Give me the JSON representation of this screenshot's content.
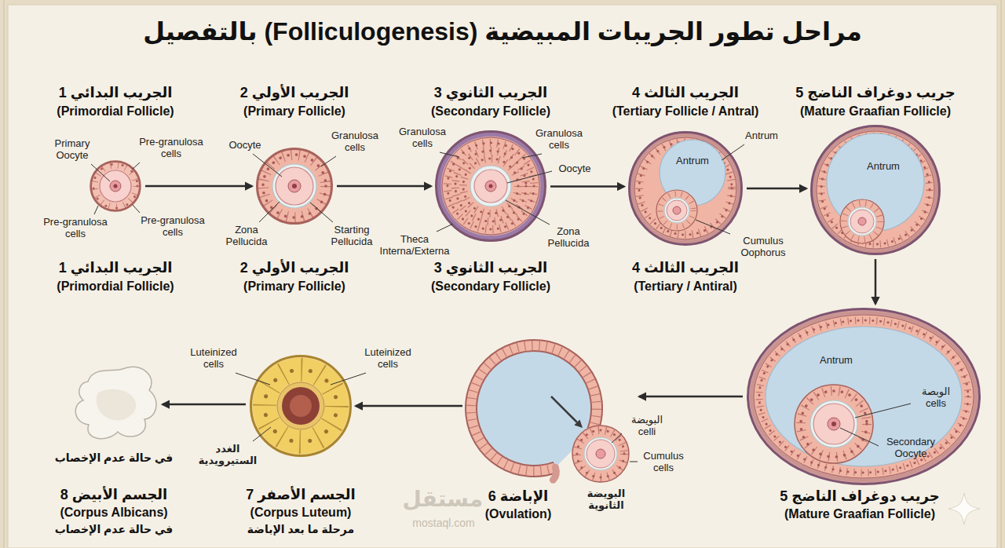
{
  "diagram": {
    "title": "مراحل تطور الجريبات المبيضية (Folliculogenesis) بالتفصيل",
    "nodes": [
      {
        "text": [
          "الجريب البدائي 1",
          "(Primordial Follicle)",
          "الجريب البدائي 1",
          "(Primordial Follicle)"
        ]
      },
      {
        "text": [
          "الجريب الأولي 2",
          "(Primary Follicle)",
          "الجريب الأولي 2",
          "(Primary Follicle)"
        ]
      },
      {
        "text": [
          "الجريب الثانوي 3",
          "(Secondary Follicle)",
          "الجريب الثانوي 3",
          "(Secondary Follicle)"
        ]
      },
      {
        "text": [
          "الجريب الثالث 4",
          "(Tertiary Follicle / Antral)",
          "الجريب الثالث 4",
          "(Tertiary / Antiral)"
        ]
      },
      {
        "text": [
          "جريب دوغراف الناضج 5",
          "(Mature Graafian Follicle)"
        ]
      },
      {
        "text": [
          "جريب دوغراف الناضج 5",
          "(Mature Graafian Follicle)"
        ]
      },
      {
        "text": [
          "الإباضة 6",
          "(Ovulation)"
        ]
      },
      {
        "text": [
          "الجسم الأصفر 7",
          "(Corpus Luteum)",
          "مرحلة ما بعد الإباضة"
        ]
      },
      {
        "text": [
          "في حالة عدم الإخصاب",
          "الجسم الأبيض 8",
          "(Corpus Albicans)",
          "في حالة عدم الإخصاب"
        ]
      }
    ],
    "edges": [
      {
        "from": 0,
        "to": 1,
        "arrow": "to"
      },
      {
        "from": 1,
        "to": 2,
        "arrow": "to"
      },
      {
        "from": 2,
        "to": 3,
        "arrow": "to"
      },
      {
        "from": 3,
        "to": 4,
        "arrow": "to"
      },
      {
        "from": 4,
        "to": 5,
        "arrow": "to"
      },
      {
        "from": 5,
        "to": 6,
        "arrow": "to"
      },
      {
        "from": 6,
        "to": 7,
        "arrow": "to"
      },
      {
        "from": 7,
        "to": 8,
        "arrow": "to"
      }
    ],
    "labels": [
      "Primary Oocyte",
      "Pre-granulosa cells",
      "Pre-granulosa cells",
      "Pre-granulosa cells",
      "Oocyte",
      "Granulosa cells",
      "Zona Pellucida",
      "Starting Pellucida",
      "Granulosa cells",
      "Granulosa cells",
      "Oocyte",
      "Theca Interna/Externa",
      "Zona Pellucida",
      "Antrum",
      "Antrum",
      "Cumulus Oophorus",
      "Antrum",
      "Antrum",
      "الوبصة cells",
      "Secondary Oocyte",
      "البويضة celli",
      "Cumulus cells",
      "البويضة الثانوية",
      "Luteinized cells",
      "Luteinized cells",
      "الغدد الستيرويدية",
      "مستقل",
      "mostaql.com"
    ]
  }
}
